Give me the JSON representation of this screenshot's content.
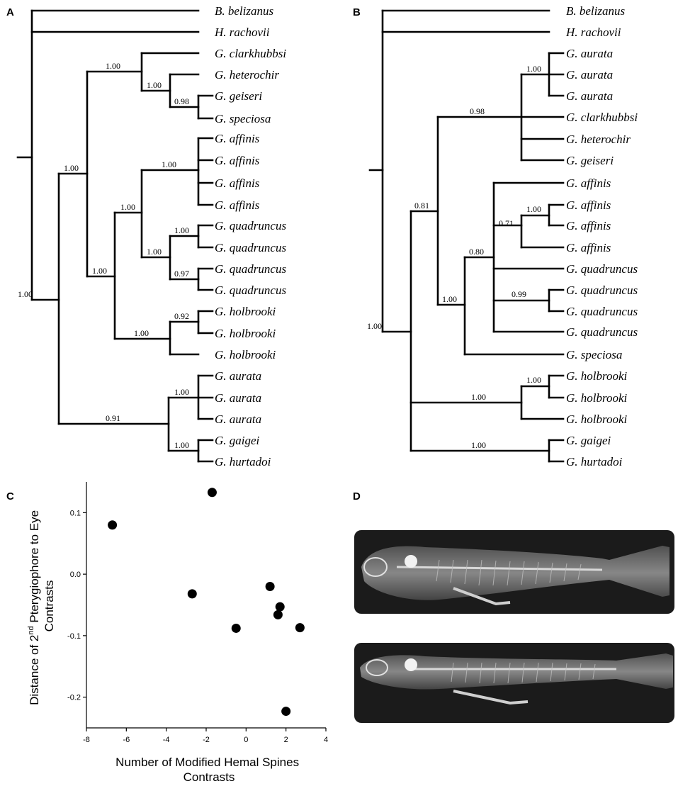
{
  "panels": {
    "A": {
      "letter": "A",
      "taxa": [
        "B. belizanus",
        "H. rachovii",
        "G. clarkhubbsi",
        "G. heterochir",
        "G. geiseri",
        "G. speciosa",
        "G. affinis",
        "G. affinis",
        "G. affinis",
        "G. affinis",
        "G. quadruncus",
        "G. quadruncus",
        "G. quadruncus",
        "G. quadruncus",
        "G. holbrooki",
        "G. holbrooki",
        "G. holbrooki",
        "G. aurata",
        "G. aurata",
        "G. aurata",
        "G. gaigei",
        "G. hurtadoi"
      ],
      "supports": [
        "1.00",
        "1.00",
        "0.98",
        "1.00",
        "1.00",
        "1.00",
        "1.00",
        "0.97",
        "1.00",
        "1.00",
        "0.92",
        "1.00",
        "0.91",
        "1.00",
        "1.00"
      ]
    },
    "B": {
      "letter": "B",
      "taxa": [
        "B. belizanus",
        "H. rachovii",
        "G. aurata",
        "G. aurata",
        "G. aurata",
        "G. clarkhubbsi",
        "G. heterochir",
        "G. geiseri",
        "G. affinis",
        "G. affinis",
        "G. affinis",
        "G. affinis",
        "G. quadruncus",
        "G. quadruncus",
        "G. quadruncus",
        "G. quadruncus",
        "G. speciosa",
        "G. holbrooki",
        "G. holbrooki",
        "G. holbrooki",
        "G. gaigei",
        "G. hurtadoi"
      ],
      "supports": [
        "1.00",
        "0.98",
        "0.81",
        "1.00",
        "0.71",
        "0.80",
        "0.99",
        "1.00",
        "1.00",
        "1.00",
        "1.00"
      ]
    },
    "C": {
      "letter": "C"
    },
    "D": {
      "letter": "D"
    }
  },
  "chart_data": {
    "type": "scatter",
    "xlabel": "Number of Modified Hemal Spines\nContrasts",
    "ylabel": "Distance of 2nd Pterygiophore to Eye\nContrasts",
    "xlim": [
      -8,
      4
    ],
    "ylim": [
      -0.25,
      0.15
    ],
    "xticks": [
      "-8",
      "-6",
      "-4",
      "-2",
      "0",
      "2",
      "4"
    ],
    "yticks": [
      "0.1",
      "0.0",
      "-0.1",
      "-0.2"
    ],
    "points": [
      {
        "x": -6.7,
        "y": 0.08
      },
      {
        "x": -1.7,
        "y": 0.133
      },
      {
        "x": -2.7,
        "y": -0.032
      },
      {
        "x": -0.5,
        "y": -0.088
      },
      {
        "x": 1.2,
        "y": -0.02
      },
      {
        "x": 1.7,
        "y": -0.053
      },
      {
        "x": 1.6,
        "y": -0.066
      },
      {
        "x": 2.7,
        "y": -0.087
      },
      {
        "x": 2.0,
        "y": -0.223
      }
    ]
  }
}
